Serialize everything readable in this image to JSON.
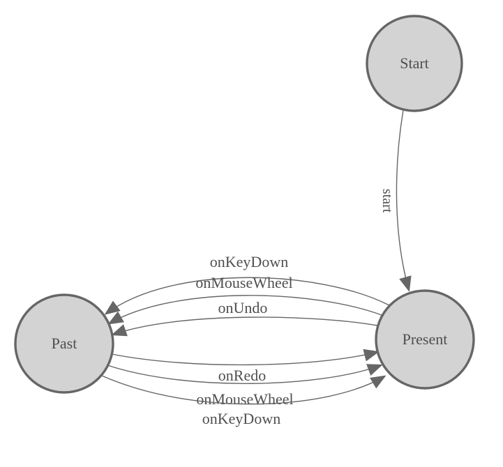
{
  "diagram": {
    "type": "state-machine",
    "background": "#ffffff",
    "colors": {
      "node_fill": "#d3d3d3",
      "node_stroke": "#666666",
      "edge_stroke": "#666666",
      "arrow_fill": "#666666",
      "text": "#4f4f4f"
    },
    "nodes": [
      {
        "id": "start",
        "label": "Start"
      },
      {
        "id": "present",
        "label": "Present"
      },
      {
        "id": "past",
        "label": "Past"
      }
    ],
    "edges": [
      {
        "from": "start",
        "to": "present",
        "label": "start"
      },
      {
        "from": "present",
        "to": "past",
        "label": "onKeyDown"
      },
      {
        "from": "present",
        "to": "past",
        "label": "onMouseWheel"
      },
      {
        "from": "present",
        "to": "past",
        "label": "onUndo"
      },
      {
        "from": "past",
        "to": "present",
        "label": "onRedo"
      },
      {
        "from": "past",
        "to": "present",
        "label": "onMouseWheel"
      },
      {
        "from": "past",
        "to": "present",
        "label": "onKeyDown"
      }
    ]
  }
}
